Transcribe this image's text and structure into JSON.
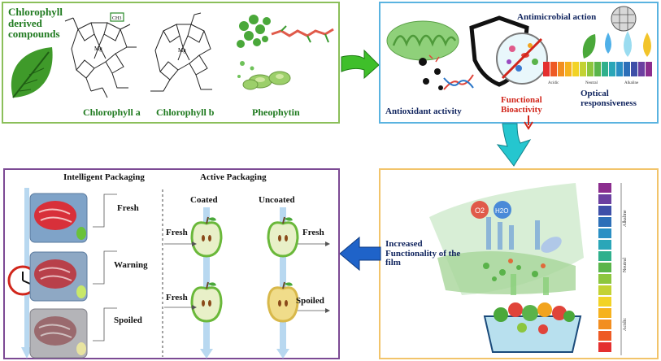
{
  "top_left": {
    "heading": "Chlorophyll derived compounds",
    "heading_line1": "Chlorophyll",
    "heading_line2": "derived",
    "heading_line3": "compounds",
    "ch3_label": "CH3",
    "mg_label": "Mg",
    "labels": [
      "Chlorophyll a",
      "Chlorophyll b",
      "Pheophytin"
    ]
  },
  "top_right": {
    "antimicrobial": "Antimicrobial action",
    "antioxidant": "Antioxidant activity",
    "functional_line1": "Functional",
    "functional_line2": "Bioactivity",
    "optical_line1": "Optical",
    "optical_line2": "responsiveness",
    "scale_labels": [
      "Acidic",
      "Neutral",
      "Alkaline"
    ]
  },
  "bottom_right": {
    "gases": [
      "O2",
      "H2O"
    ],
    "functionality_line1": "Increased",
    "functionality_line2": "Functionality of the",
    "functionality_line3": "film",
    "ph_labels": [
      "Alkaline",
      "Neutral",
      "Acidic"
    ],
    "ph_colors": [
      "#8b2d8e",
      "#6b3fa0",
      "#3e4fa8",
      "#2d6fb8",
      "#2a8fc4",
      "#2aa6b8",
      "#2fb08c",
      "#5ab54a",
      "#8cc63e",
      "#c3d233",
      "#f2d325",
      "#f6b21e",
      "#f28e20",
      "#ee5a24",
      "#e42f2f"
    ]
  },
  "bottom_left": {
    "intelligent_title": "Intelligent Packaging",
    "active_title": "Active Packaging",
    "meat_states": [
      "Fresh",
      "Warning",
      "Spoiled"
    ],
    "coated": "Coated",
    "uncoated": "Uncoated",
    "apple_labels": {
      "coated_top": "Fresh",
      "uncoated_top": "Fresh",
      "coated_bottom": "Fresh",
      "uncoated_bottom": "Spoiled"
    }
  },
  "colors": {
    "arrow_green": "#3fbf2a",
    "arrow_cyan": "#25c6cf",
    "arrow_blue": "#1f63c9",
    "border_green": "#8bbf5a",
    "border_blue": "#5ab3e0",
    "border_orange": "#f2c46a",
    "border_purple": "#7c4a94"
  }
}
